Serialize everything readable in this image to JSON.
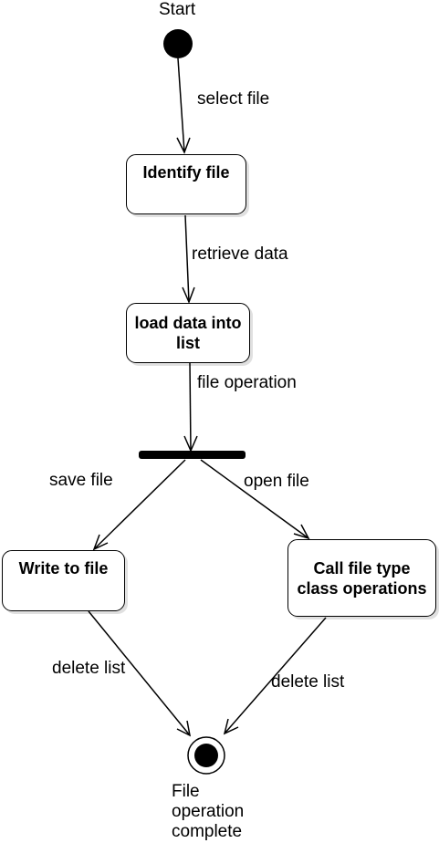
{
  "start_label": "Start",
  "end_label": "File\noperation\ncomplete",
  "nodes": {
    "identify": "Identify file",
    "load": "load data into list",
    "write": "Write to file",
    "call": "Call file type class operations"
  },
  "edges": {
    "select_file": "select file",
    "retrieve_data": "retrieve data",
    "file_operation": "file operation",
    "save_file": "save file",
    "open_file": "open file",
    "delete_list_left": "delete list",
    "delete_list_right": "delete list"
  }
}
